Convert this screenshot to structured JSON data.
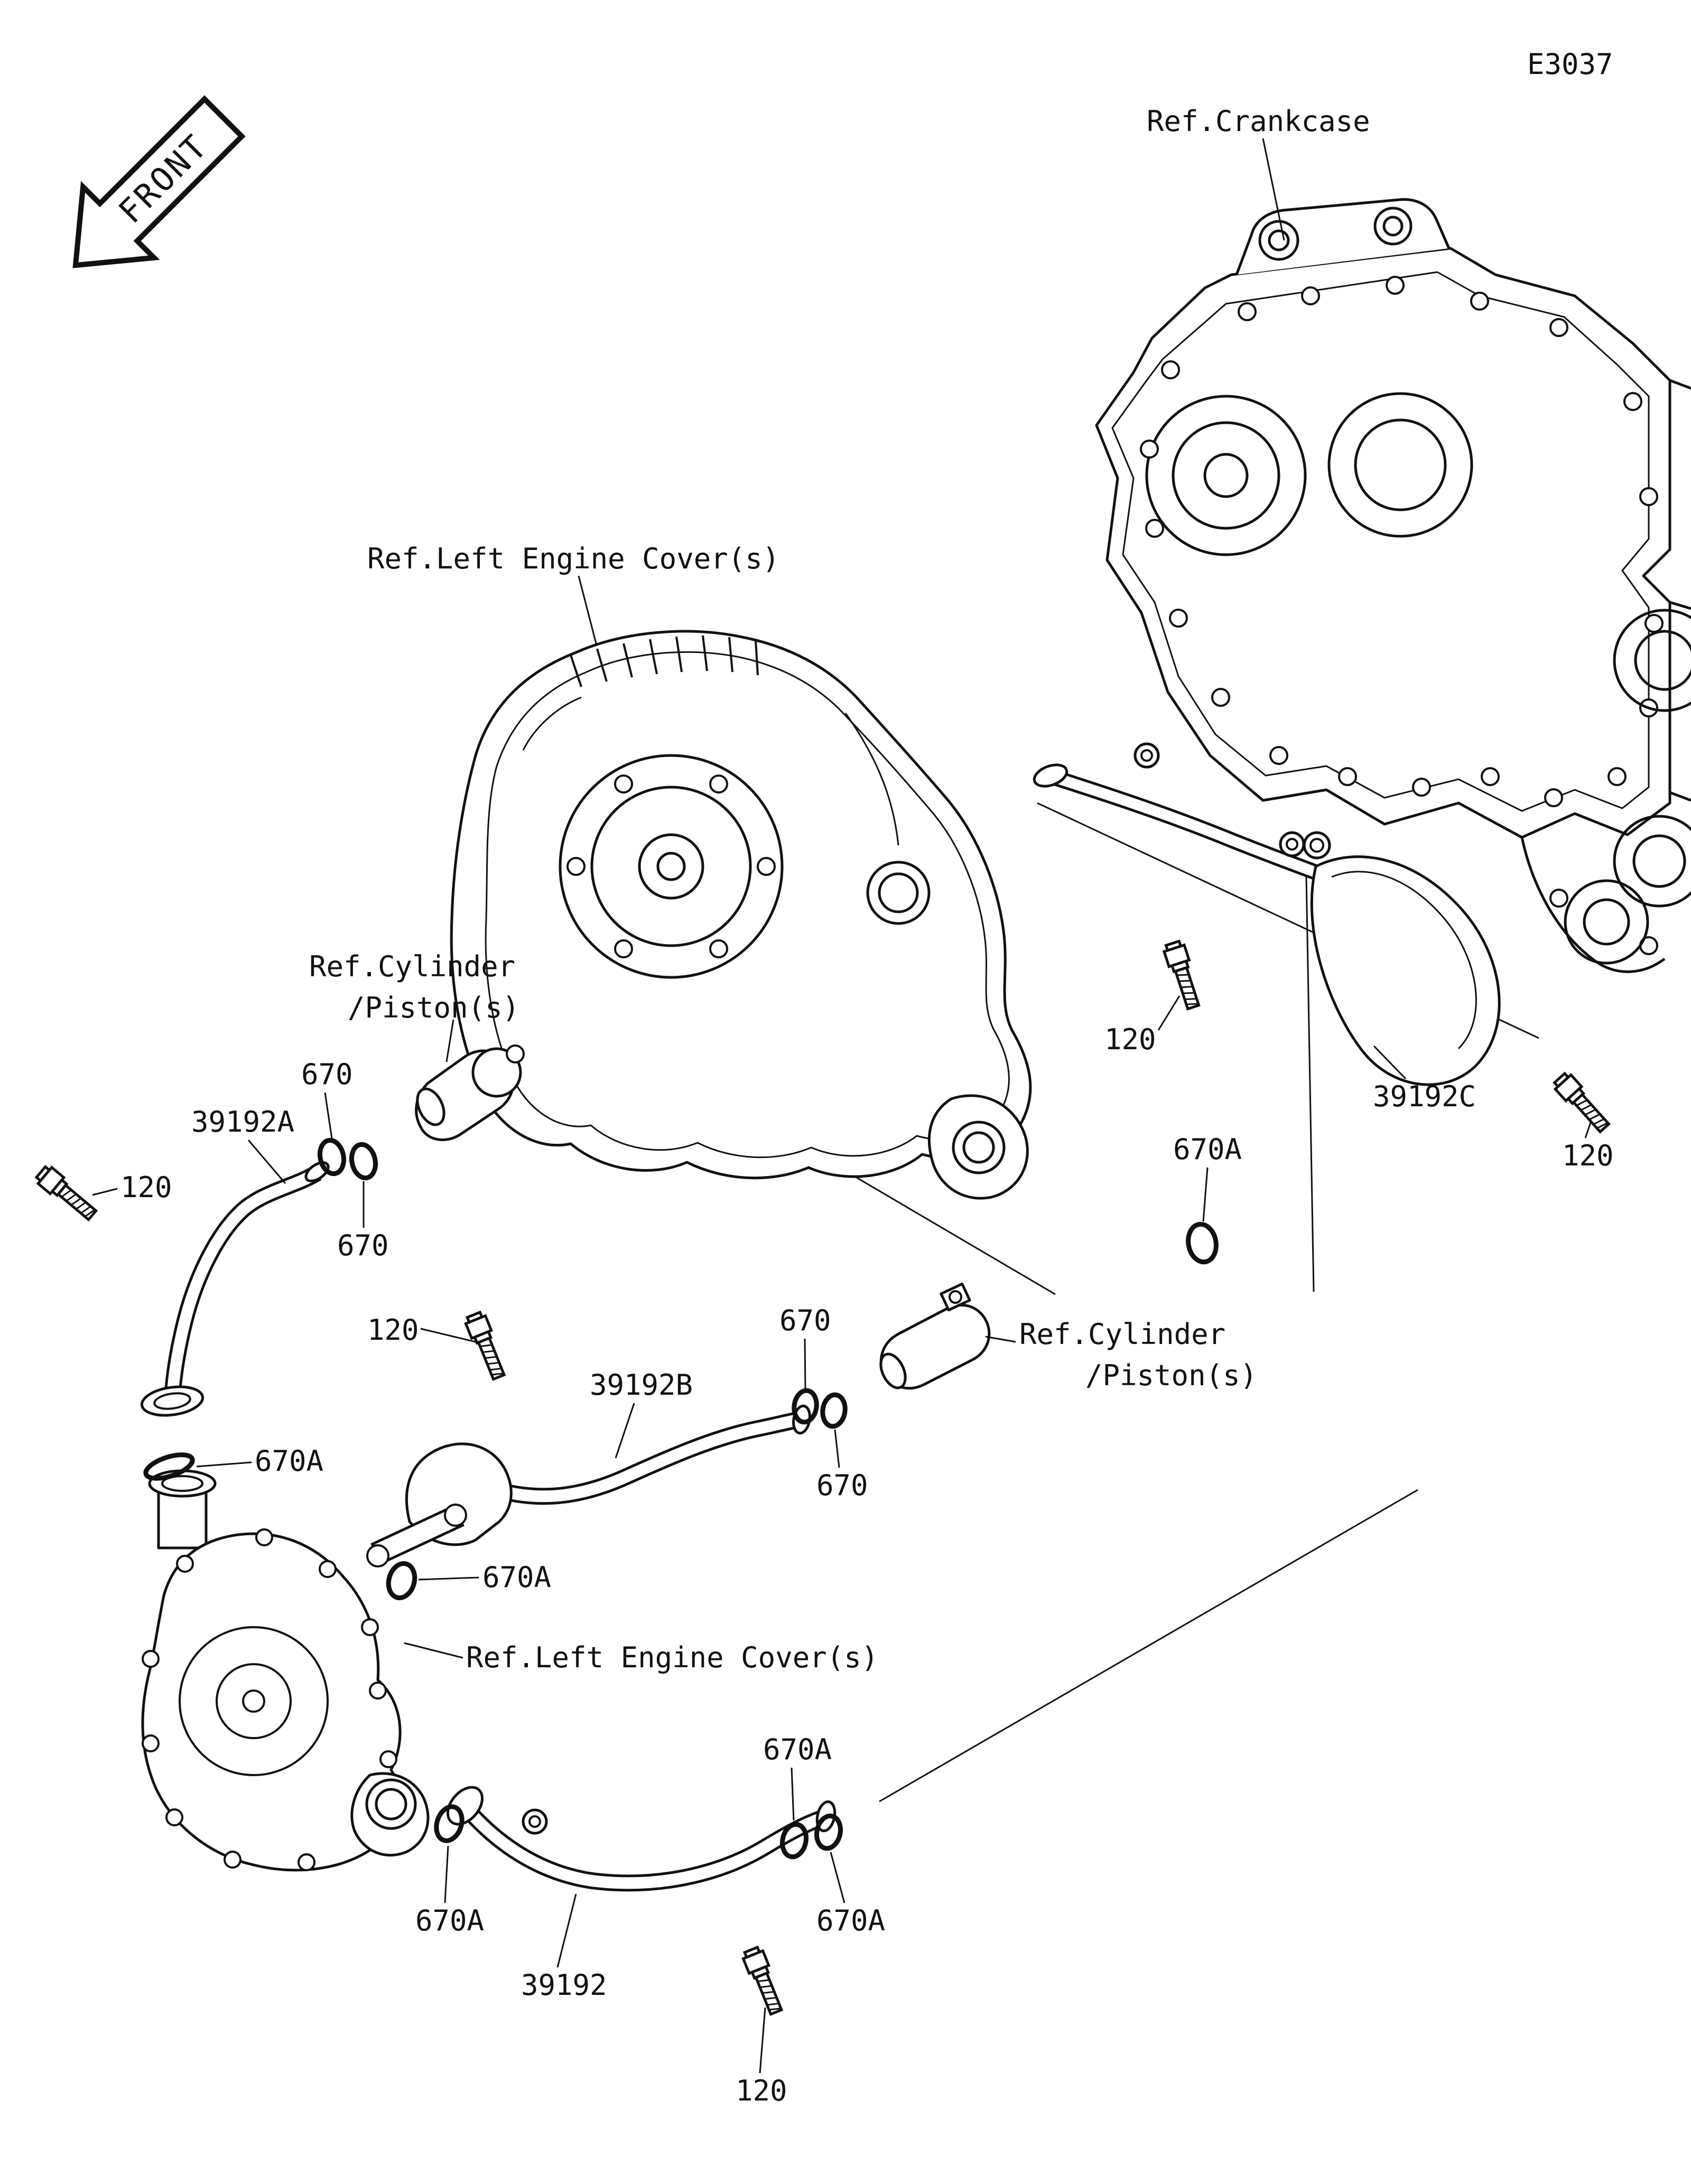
{
  "page": {
    "code": "E3037",
    "front_arrow": "FRONT"
  },
  "labels": {
    "ref_crankcase": "Ref.Crankcase",
    "ref_left_engine_cover": "Ref.Left Engine Cover(s)",
    "ref_cylinder_line1": "Ref.Cylinder",
    "ref_cylinder_line2": "/Piston(s)"
  },
  "part_numbers": {
    "bolt": "120",
    "oring": "670",
    "oring_a": "670A",
    "pipe": "39192",
    "pipe_a": "39192A",
    "pipe_b": "39192B",
    "pipe_c": "39192C"
  }
}
